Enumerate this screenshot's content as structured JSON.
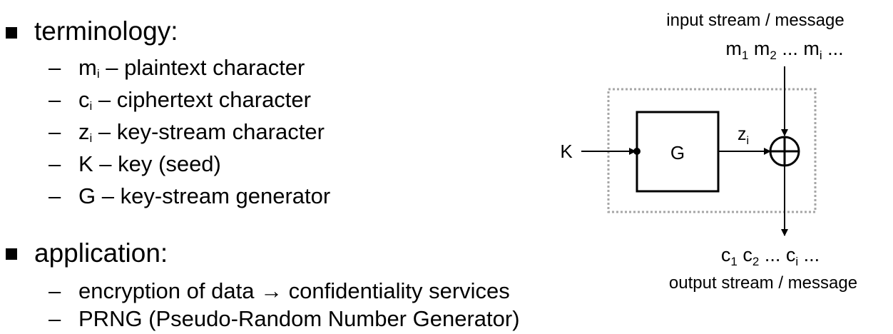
{
  "terminology": {
    "heading": "terminology:",
    "items": [
      {
        "dash": "–",
        "sym": "m",
        "sub": "i",
        "desc": " – plaintext character"
      },
      {
        "dash": "–",
        "sym": "c",
        "sub": "i",
        "desc": " – ciphertext character"
      },
      {
        "dash": "–",
        "sym": "z",
        "sub": "i",
        "desc": " – key-stream character"
      },
      {
        "dash": "–",
        "sym": "K",
        "sub": "",
        "desc": " – key (seed)"
      },
      {
        "dash": "–",
        "sym": "G",
        "sub": "",
        "desc": " – key-stream generator"
      }
    ]
  },
  "application": {
    "heading": "application:",
    "items": [
      {
        "dash": "–",
        "text": "encryption of data → confidentiality services"
      },
      {
        "dash": "–",
        "text": "PRNG (Pseudo-Random Number Generator)"
      }
    ]
  },
  "diagram": {
    "input_label": "input stream / message",
    "m1": "m",
    "m1_sub": "1",
    "m2": "m",
    "m2_sub": "2",
    "m_dots": "...",
    "mi": "m",
    "mi_sub": "i",
    "m_tail": "...",
    "key_label": "K",
    "generator_label": "G",
    "z_label": "z",
    "z_sub": "i",
    "c1": "c",
    "c1_sub": "1",
    "c2": "c",
    "c2_sub": "2",
    "c_dots": "...",
    "ci": "c",
    "ci_sub": "i",
    "c_tail": "...",
    "output_label": "output stream / message"
  }
}
